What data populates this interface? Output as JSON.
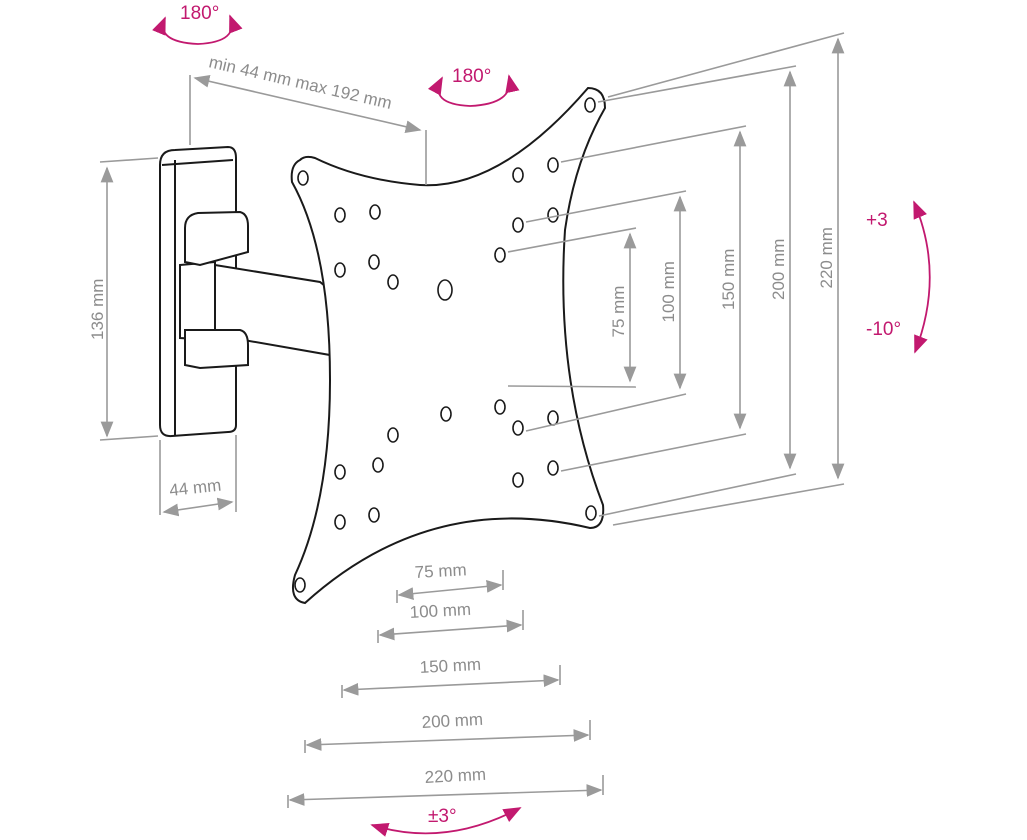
{
  "title": "TV wall mount dimensions diagram",
  "colors": {
    "dimension": "#9a9a9a",
    "rotation": "#c2196f",
    "outline": "#1a1a1a"
  },
  "arm": {
    "extension_label": "min 44 mm max 192 mm",
    "wall_plate_height": "136 mm",
    "wall_plate_depth": "44 mm"
  },
  "rotation": {
    "arm_swivel": "180°",
    "plate_swivel": "180°",
    "tilt_up": "+3",
    "tilt_down": "-10°",
    "level_adjust": "±3°"
  },
  "vesa_vertical": [
    "75 mm",
    "100 mm",
    "150 mm",
    "200 mm",
    "220 mm"
  ],
  "vesa_horizontal": [
    "75 mm",
    "100 mm",
    "150 mm",
    "200 mm",
    "220 mm"
  ]
}
